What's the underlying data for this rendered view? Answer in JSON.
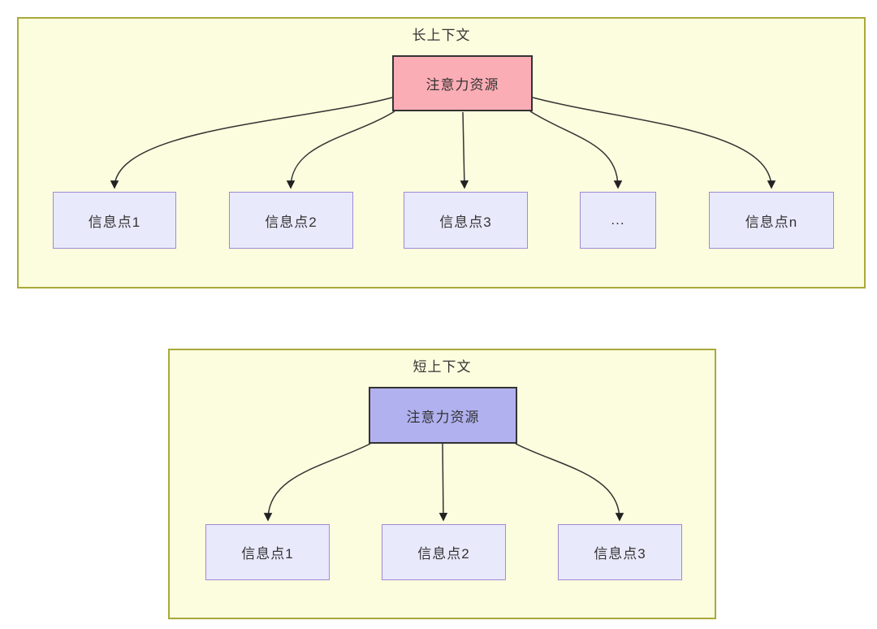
{
  "colors": {
    "container_fill": "#FCFCDE",
    "container_border": "#A9A93A",
    "attention_long_fill": "#FBADB5",
    "attention_short_fill": "#B1B1F0",
    "node_border": "#333333",
    "info_fill": "#E9E9FC",
    "info_border": "#9F8AD6",
    "arrow": "#333333",
    "text": "#333333"
  },
  "diagrams": {
    "long": {
      "title": "长上下文",
      "attention_label": "注意力资源",
      "info_points": [
        "信息点1",
        "信息点2",
        "信息点3",
        "...",
        "信息点n"
      ]
    },
    "short": {
      "title": "短上下文",
      "attention_label": "注意力资源",
      "info_points": [
        "信息点1",
        "信息点2",
        "信息点3"
      ]
    }
  }
}
